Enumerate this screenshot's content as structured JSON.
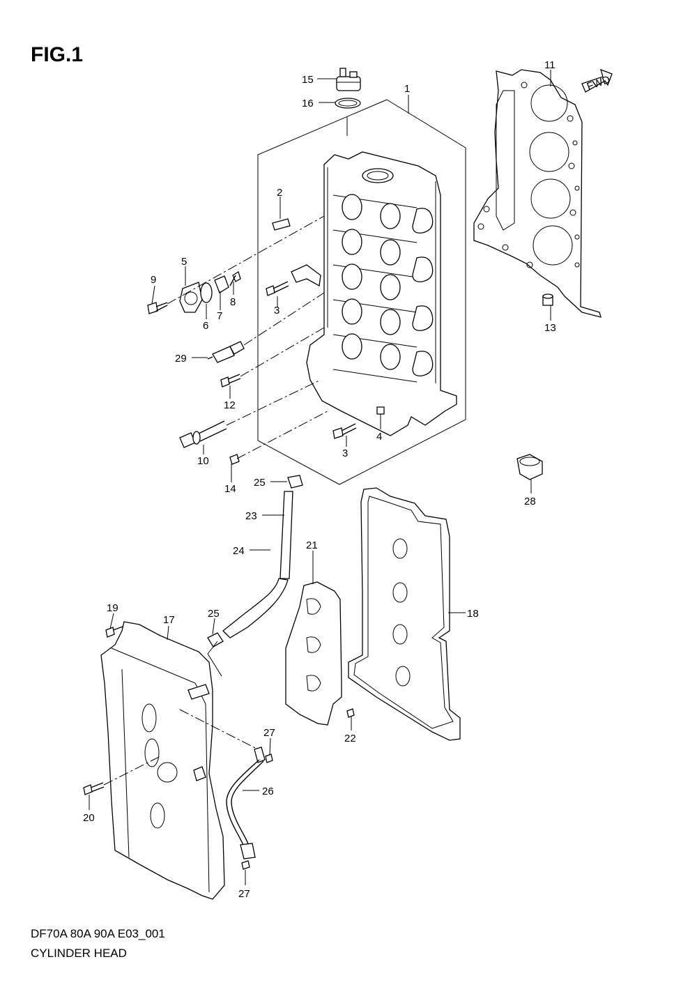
{
  "figure": {
    "title": "FIG.1",
    "model_code": "DF70A 80A 90A E03_001",
    "name": "CYLINDER HEAD",
    "fwd_label": "FWD"
  },
  "callouts": [
    "1",
    "2",
    "3",
    "3",
    "4",
    "5",
    "6",
    "7",
    "8",
    "9",
    "10",
    "11",
    "12",
    "13",
    "14",
    "15",
    "16",
    "17",
    "18",
    "19",
    "20",
    "21",
    "22",
    "23",
    "24",
    "25",
    "25",
    "26",
    "27",
    "27",
    "28",
    "29"
  ]
}
